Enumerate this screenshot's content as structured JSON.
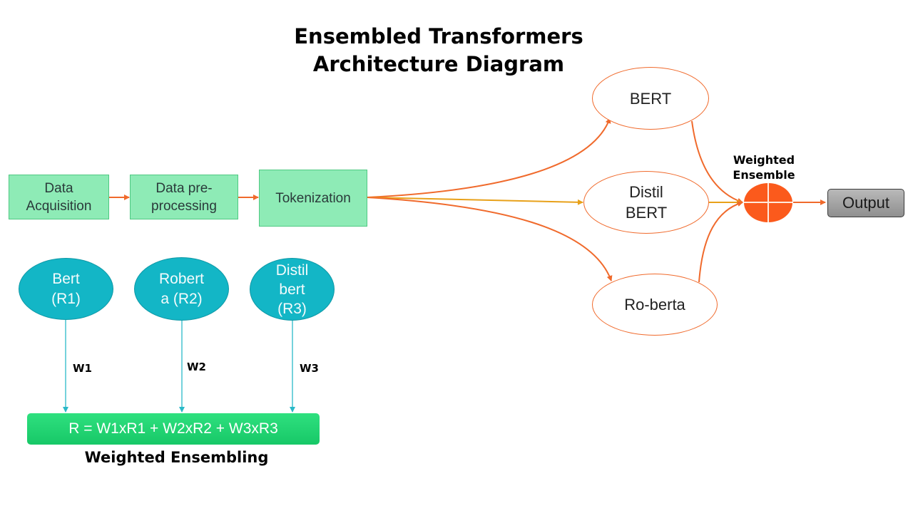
{
  "diagram": {
    "title_line1": "Ensembled Transformers",
    "title_line2": "Architecture Diagram",
    "pipeline": {
      "data_acquisition": [
        "Data",
        "Acquisition"
      ],
      "preprocessing": [
        "Data pre-",
        "processing"
      ],
      "tokenization": "Tokenization"
    },
    "models": {
      "bert": "BERT",
      "distilbert": [
        "Distil",
        "BERT"
      ],
      "roberta": "Ro-berta"
    },
    "ensemble_label": [
      "Weighted",
      "Ensemble"
    ],
    "output": "Output",
    "weighted_models": {
      "r1": [
        "Bert",
        "(R1)"
      ],
      "r2": [
        "Robert",
        "a (R2)"
      ],
      "r3": [
        "Distil",
        "bert",
        "(R3)"
      ]
    },
    "weights": {
      "w1": "W1",
      "w2": "W2",
      "w3": "W3"
    },
    "formula": "R = W1xR1 + W2xR2 + W3xR3",
    "caption": "Weighted Ensembling"
  },
  "colors": {
    "orange_edge": "#f06a2c",
    "gold_edge": "#e8a11a",
    "teal_edge": "#29b9c8",
    "green_box": "#8eebb6",
    "teal_node": "#13b6c6",
    "ensemble_node": "#fb5a1c",
    "formula_bar": "#22d472"
  },
  "icons": {
    "ensemble_node": "circle-cross-icon"
  }
}
